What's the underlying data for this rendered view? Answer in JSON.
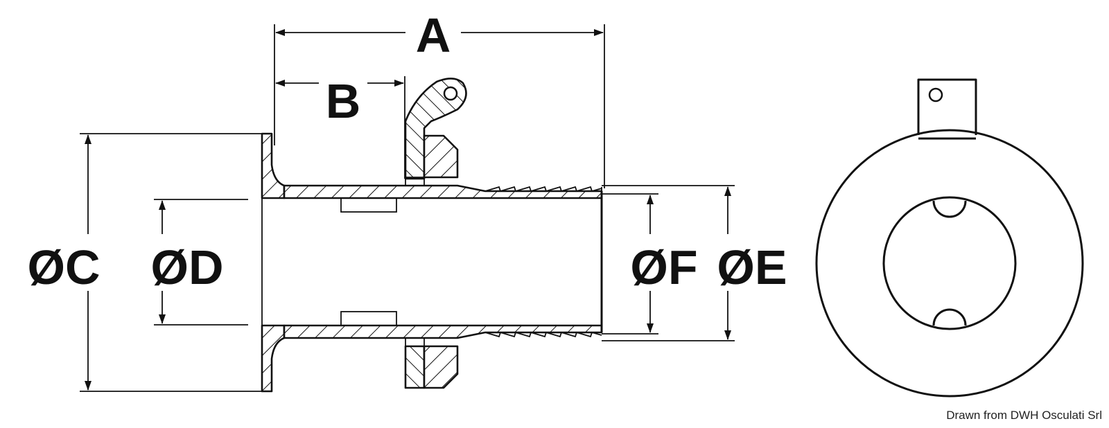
{
  "labels": {
    "a": "A",
    "b": "B",
    "c": "ØC",
    "d": "ØD",
    "e": "ØE",
    "f": "ØF"
  },
  "credit": "Drawn from DWH Osculati Srl",
  "colors": {
    "line": "#111111",
    "background": "#ffffff"
  }
}
